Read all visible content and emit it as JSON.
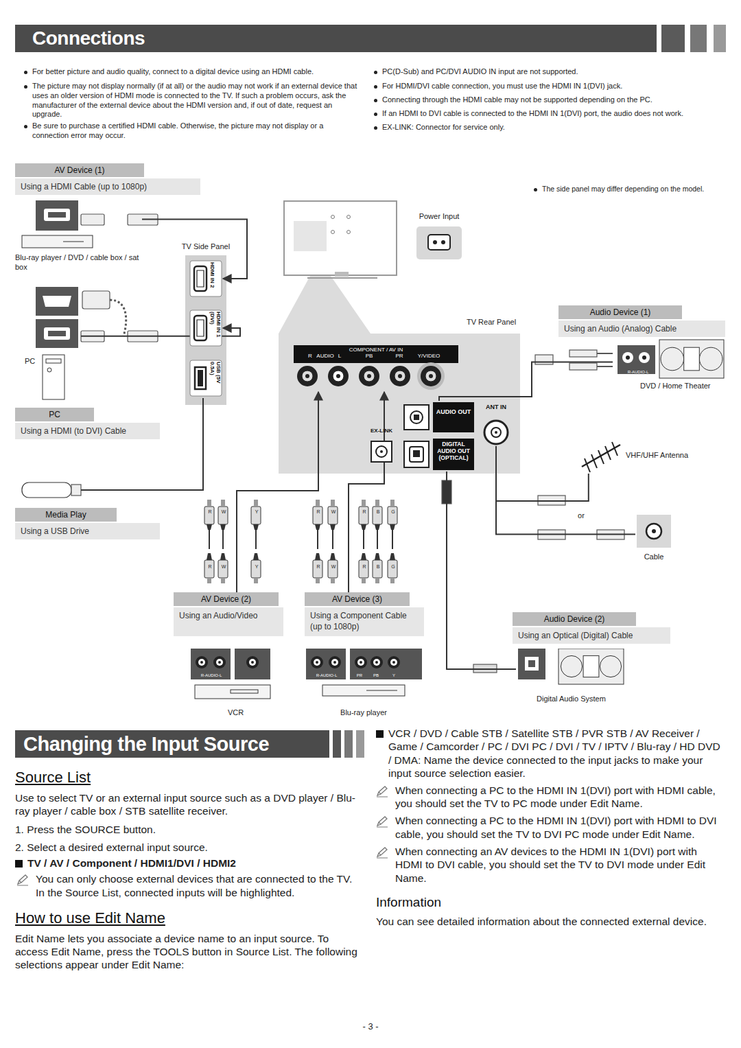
{
  "diagram": {
    "title": "Connections",
    "nodes": [
      {
        "text": [
          "AV Device (1)",
          "Using a HDMI Cable  (up to 1080p)"
        ]
      },
      {
        "text": [
          "Blu-ray player / DVD / cable box / sat box"
        ]
      },
      {
        "text": [
          "TV Side Panel"
        ]
      },
      {
        "text": [
          "HDMI IN 2"
        ],
        "in": 2
      },
      {
        "text": [
          "HDMI IN 1 (DVI)"
        ],
        "in": 2
      },
      {
        "text": [
          "USB (5V 0.5A)"
        ],
        "in": 2
      },
      {
        "text": [
          "Power Input"
        ]
      },
      {
        "text": [
          "TV Rear Panel"
        ]
      },
      {
        "text": [
          "COMPONENT / AV IN"
        ],
        "in": 7
      },
      {
        "text": [
          "AUDIO OUT"
        ],
        "in": 7
      },
      {
        "text": [
          "EX-LINK"
        ],
        "in": 7
      },
      {
        "text": [
          "DIGITAL AUDIO OUT (OPTICAL)"
        ],
        "in": 7
      },
      {
        "text": [
          "ANT IN"
        ],
        "in": 7
      },
      {
        "text": [
          "PC"
        ]
      },
      {
        "text": [
          "PC",
          "Using a HDMI (to DVI) Cable"
        ]
      },
      {
        "text": [
          "Audio Device (1)",
          "Using an Audio (Analog) Cable"
        ]
      },
      {
        "text": [
          "DVD / Home Theater"
        ]
      },
      {
        "text": [
          "VHF/UHF Antenna"
        ]
      },
      {
        "text": [
          "Cable"
        ]
      },
      {
        "text": [
          "Media Play",
          "Using a USB Drive"
        ]
      },
      {
        "text": [
          "AV Device (2)",
          "Using an Audio/Video"
        ]
      },
      {
        "text": [
          "AV Device (3)",
          "Using a Component Cable (up to 1080p)"
        ]
      },
      {
        "text": [
          "Audio Device (2)",
          "Using an Optical (Digital) Cable"
        ]
      },
      {
        "text": [
          "VCR"
        ]
      },
      {
        "text": [
          "Blu-ray player"
        ]
      },
      {
        "text": [
          "Digital Audio System"
        ]
      },
      {
        "text": [
          "Changing the Input Source"
        ]
      }
    ],
    "edges": [
      {
        "from": 1,
        "to": 3,
        "arrow": "to"
      },
      {
        "from": 13,
        "to": 4,
        "arrow": "to"
      },
      {
        "from": 20,
        "to": 8,
        "arrow": "to"
      },
      {
        "from": 21,
        "to": 8,
        "arrow": "to"
      },
      {
        "from": 9,
        "to": 16,
        "arrow": "none"
      },
      {
        "from": 11,
        "to": 25,
        "arrow": "none"
      },
      {
        "from": 17,
        "to": 12,
        "arrow": "none"
      },
      {
        "from": 18,
        "to": 12,
        "arrow": "none"
      }
    ],
    "labels": [
      "For better picture and audio quality, connect to a digital device using an HDMI cable.",
      "The picture may not display normally (if at all) or the audio may not work if an external device that uses an older version of HDMI mode is connected to the TV. If such a problem occurs, ask the manufacturer of the external device about the HDMI version and, if out of date, request an upgrade.",
      "Be sure to purchase a certified HDMI cable. Otherwise, the picture may not display or a connection error may occur.",
      "PC(D-Sub) and PC/DVI AUDIO IN input are not supported.",
      "For HDMI/DVI cable connection, you must use the HDMI IN 1(DVI) jack.",
      "Connecting through the HDMI cable may not be supported depending on the PC.",
      "If an HDMI to DVI cable is connected to the HDMI IN 1(DVI) port, the audio does not work.",
      "EX-LINK: Connector for service only.",
      "The side panel may differ depending on the model.",
      "R",
      "AUDIO",
      "L",
      "PB",
      "PR",
      "Y/VIDEO",
      "R-AUDIO-L",
      "or",
      "R",
      "W",
      "Y",
      "R",
      "W",
      "R",
      "B",
      "G",
      "R",
      "W",
      "Y",
      "R",
      "W",
      "R",
      "B",
      "G",
      "R-AUDIO-L",
      "R-AUDIO-L",
      "PR",
      "PB",
      "Y",
      "Source List",
      "Use to select TV or an external input source such as a DVD player / Blu-ray player / cable box / STB satellite receiver.",
      "1. Press the SOURCE button.",
      "2. Select a desired external input source.",
      "TV / AV / Component / HDMI1/DVI / HDMI2",
      "You can only choose external devices that are connected to the TV. In the Source List, connected inputs will be highlighted.",
      "How to use Edit Name",
      "Edit Name lets you associate a device name to an input source. To access Edit Name, press the TOOLS button in Source List. The following selections appear under Edit Name:",
      "VCR / DVD / Cable STB / Satellite STB / PVR STB / AV Receiver / Game / Camcorder / PC / DVI PC / DVI / TV / IPTV / Blu-ray / HD DVD / DMA: Name the device connected to the input jacks to make your input source selection easier.",
      "When connecting a PC to the HDMI IN 1(DVI) port with HDMI cable, you should set the TV to PC mode under Edit Name.",
      "When connecting a PC to the HDMI IN 1(DVI) port with HDMI to DVI cable, you should set the TV to DVI PC mode under Edit Name.",
      "When connecting an AV devices to the HDMI IN 1(DVI) port with HDMI to DVI cable, you should set the TV to DVI mode under Edit Name.",
      "Information",
      "You can see detailed information about the connected external device.",
      "- 3 -"
    ]
  }
}
